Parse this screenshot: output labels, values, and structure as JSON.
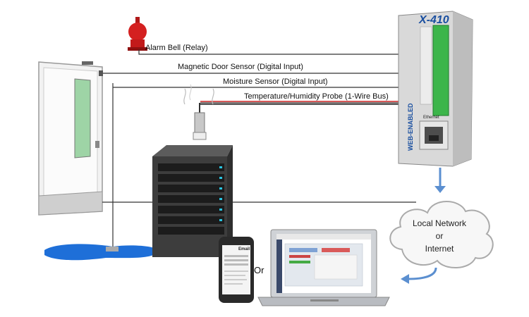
{
  "labels": {
    "alarm": "Alarm Bell (Relay)",
    "door": "Magnetic Door Sensor (Digital Input)",
    "moisture": "Moisture Sensor (Digital Input)",
    "temp": "Temperature/Humidity Probe (1-Wire Bus)",
    "or": "Or"
  },
  "cloud": {
    "line1": "Local Network",
    "line2": "or",
    "line3": "Internet"
  },
  "device": {
    "brand": "X-410",
    "side_text": "WEB-ENABLED",
    "ethernet": "Ethernet"
  },
  "phone": {
    "title": "Email"
  },
  "colors": {
    "terminal_green": "#3cb54a",
    "arrow_blue": "#5b8fd0",
    "puddle_blue": "#1e6fd8",
    "brand_blue": "#1a4fa0",
    "alarm_red": "#d42020"
  },
  "icons": [
    "alarm-bell-icon",
    "door-icon",
    "server-rack-icon",
    "probe-icon",
    "smartphone-icon",
    "laptop-icon",
    "cloud-icon"
  ]
}
